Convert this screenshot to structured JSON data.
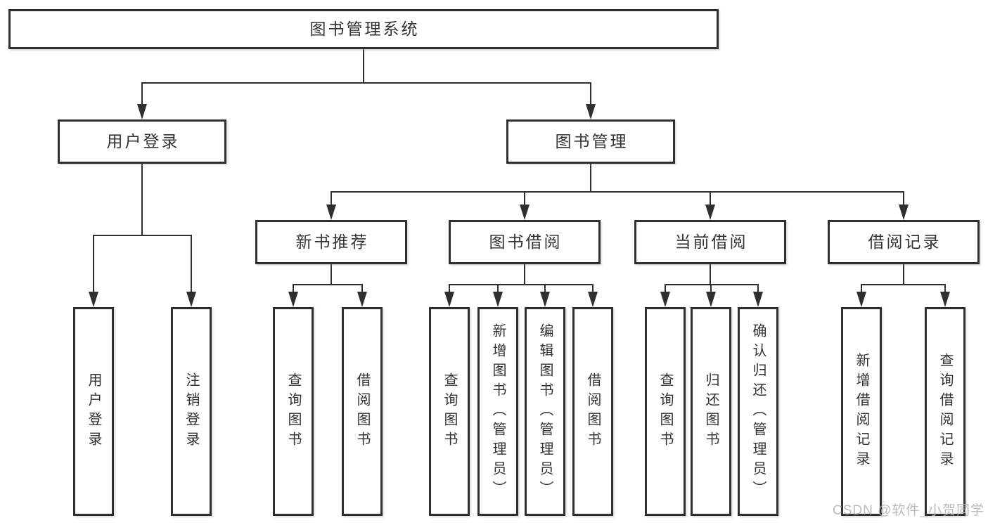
{
  "diagram": {
    "title": "图书管理系统",
    "colors": {
      "line": "#2f2f2f",
      "box_border": "#2f2f2f",
      "box_fill": "#ffffff",
      "text": "#333333",
      "background": "#ffffff",
      "watermark": "#b5b5b5"
    },
    "nodes": [
      {
        "id": "root",
        "label": "图书管理系统",
        "orientation": "horizontal"
      },
      {
        "id": "user-login",
        "label": "用户登录",
        "orientation": "horizontal"
      },
      {
        "id": "book-management",
        "label": "图书管理",
        "orientation": "horizontal"
      },
      {
        "id": "new-book-recommend",
        "label": "新书推荐",
        "orientation": "horizontal"
      },
      {
        "id": "book-borrow",
        "label": "图书借阅",
        "orientation": "horizontal"
      },
      {
        "id": "current-borrow",
        "label": "当前借阅",
        "orientation": "horizontal"
      },
      {
        "id": "borrow-record",
        "label": "借阅记录",
        "orientation": "horizontal"
      },
      {
        "id": "leaf-user-login",
        "label": "用户登录",
        "orientation": "vertical"
      },
      {
        "id": "leaf-logout",
        "label": "注销登录",
        "orientation": "vertical"
      },
      {
        "id": "leaf-nbr-query",
        "label": "查询图书",
        "orientation": "vertical"
      },
      {
        "id": "leaf-nbr-borrow",
        "label": "借阅图书",
        "orientation": "vertical"
      },
      {
        "id": "leaf-bb-query",
        "label": "查询图书",
        "orientation": "vertical"
      },
      {
        "id": "leaf-bb-add",
        "label": "新增图书（管理员）",
        "orientation": "vertical"
      },
      {
        "id": "leaf-bb-edit",
        "label": "编辑图书（管理员）",
        "orientation": "vertical"
      },
      {
        "id": "leaf-bb-borrow",
        "label": "借阅图书",
        "orientation": "vertical"
      },
      {
        "id": "leaf-cb-query",
        "label": "查询图书",
        "orientation": "vertical"
      },
      {
        "id": "leaf-cb-return",
        "label": "归还图书",
        "orientation": "vertical"
      },
      {
        "id": "leaf-cb-confirm",
        "label": "确认归还（管理员）",
        "orientation": "vertical"
      },
      {
        "id": "leaf-br-add",
        "label": "新增借阅记录",
        "orientation": "vertical"
      },
      {
        "id": "leaf-br-query",
        "label": "查询借阅记录",
        "orientation": "vertical"
      }
    ],
    "edges": [
      {
        "from": "root",
        "to": [
          "user-login",
          "book-management"
        ]
      },
      {
        "from": "user-login",
        "to": [
          "leaf-user-login",
          "leaf-logout"
        ]
      },
      {
        "from": "book-management",
        "to": [
          "new-book-recommend",
          "book-borrow",
          "current-borrow",
          "borrow-record"
        ]
      },
      {
        "from": "new-book-recommend",
        "to": [
          "leaf-nbr-query",
          "leaf-nbr-borrow"
        ]
      },
      {
        "from": "book-borrow",
        "to": [
          "leaf-bb-query",
          "leaf-bb-add",
          "leaf-bb-edit",
          "leaf-bb-borrow"
        ]
      },
      {
        "from": "current-borrow",
        "to": [
          "leaf-cb-query",
          "leaf-cb-return",
          "leaf-cb-confirm"
        ]
      },
      {
        "from": "borrow-record",
        "to": [
          "leaf-br-add",
          "leaf-br-query"
        ]
      }
    ]
  },
  "watermark": {
    "text": "CSDN @软件_小贺同学"
  }
}
